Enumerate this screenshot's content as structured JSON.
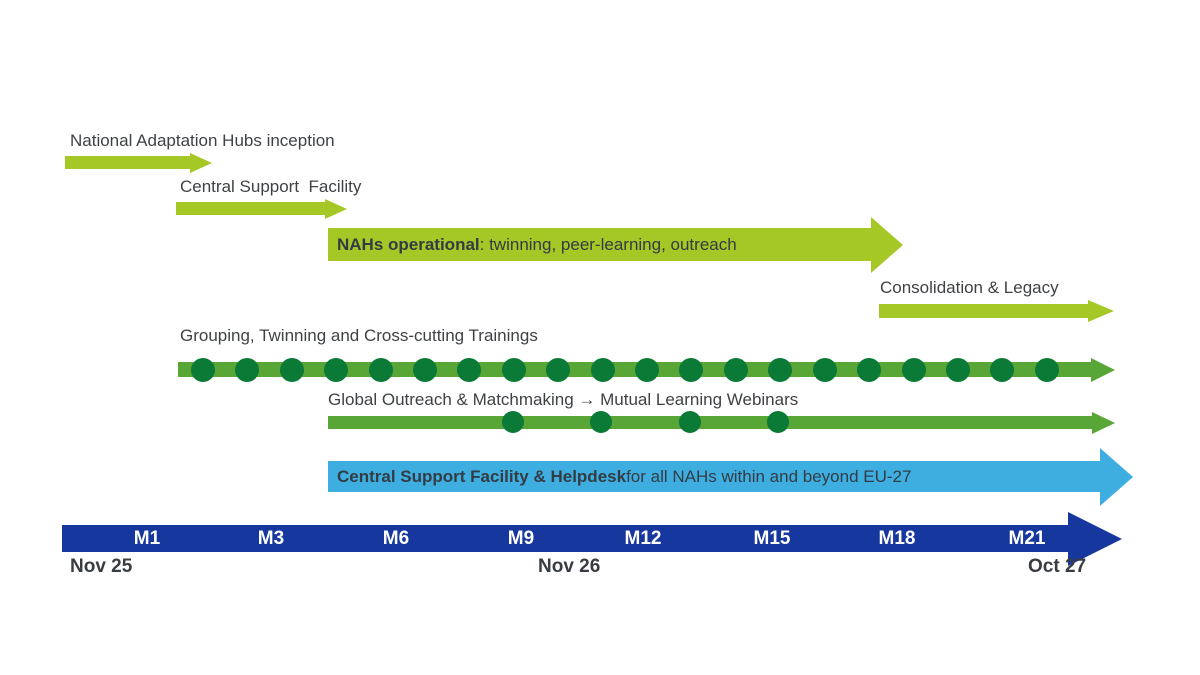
{
  "colors": {
    "lime": "#A6C827",
    "green": "#58A636",
    "dark_green": "#0B7A37",
    "light_blue": "#3EAEE0",
    "navy": "#16379D",
    "label_text": "#3F4245",
    "arrow_text": "#333C44",
    "date_text": "#393D41",
    "month_text": "#FFFFFF"
  },
  "phases": {
    "inception": {
      "label": "National Adaptation Hubs inception"
    },
    "central_support": {
      "label": "Central Support  Facility"
    },
    "operational": {
      "label_bold": "NAHs operational",
      "label_rest": ": twinning, peer-learning, outreach"
    },
    "consolidation": {
      "label": "Consolidation & Legacy"
    },
    "trainings": {
      "label": "Grouping, Twinning and Cross-cutting Trainings",
      "event_dots": 20
    },
    "outreach": {
      "label": "Global Outreach & Matchmaking → Mutual Learning Webinars",
      "event_dots": 4
    },
    "helpdesk": {
      "label_bold": "Central Support Facility & Helpdesk",
      "label_rest": " for all NAHs within and beyond EU-27"
    }
  },
  "timeline": {
    "month_ticks": [
      "M1",
      "M3",
      "M6",
      "M9",
      "M12",
      "M15",
      "M18",
      "M21"
    ],
    "date_labels": [
      "Nov 25",
      "Nov 26",
      "Oct 27"
    ]
  }
}
